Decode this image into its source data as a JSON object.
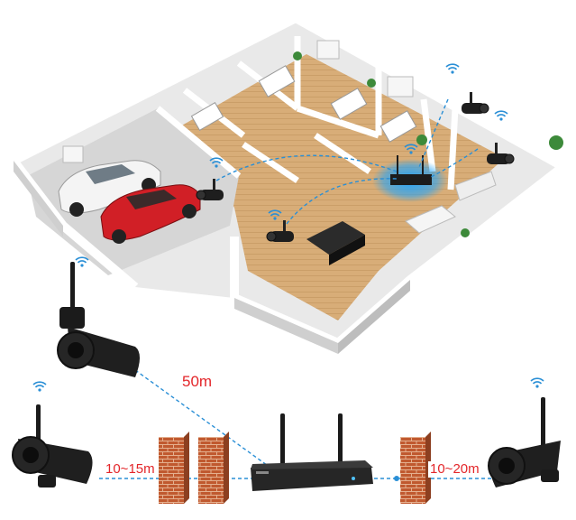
{
  "distances": {
    "diagonal": "50m",
    "left": "10~15m",
    "right": "10~20m"
  },
  "colors": {
    "distance_text": "#e3262a",
    "signal_link": "#2a8fd6",
    "nvr_glow": "#1aa3ff",
    "brick": "#c0592f",
    "floor_wood": "#d9b07a",
    "wall": "#f2f2f2"
  },
  "icons": [
    "wifi-icon",
    "camera-icon",
    "nvr-icon",
    "brick-wall-icon",
    "car-icon"
  ]
}
